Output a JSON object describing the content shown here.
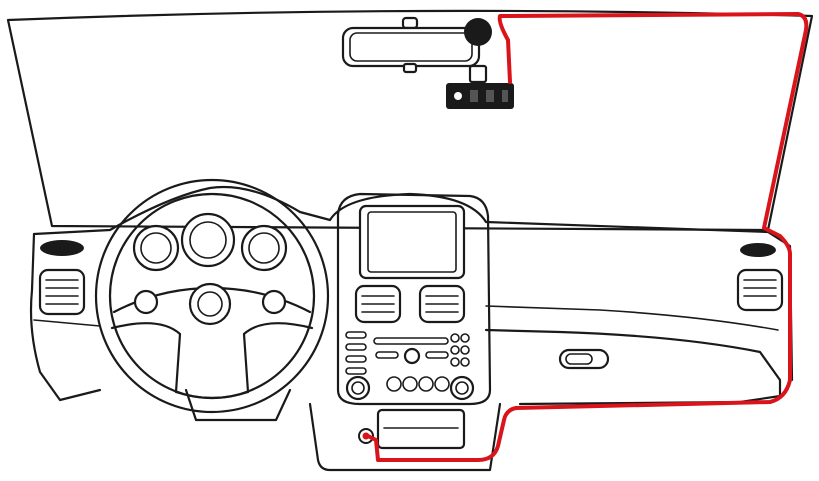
{
  "diagram": {
    "subject": "dash-cam-cable-routing",
    "cable_color": "#d9141b",
    "line_color": "#1a1a1a",
    "background": "#ffffff",
    "parts": [
      "windshield",
      "rearview-mirror",
      "dash-camera",
      "dashboard",
      "steering-wheel",
      "instrument-gauges",
      "center-screen",
      "air-vents",
      "speakers",
      "glovebox-handle",
      "power-socket",
      "power-cable"
    ]
  }
}
